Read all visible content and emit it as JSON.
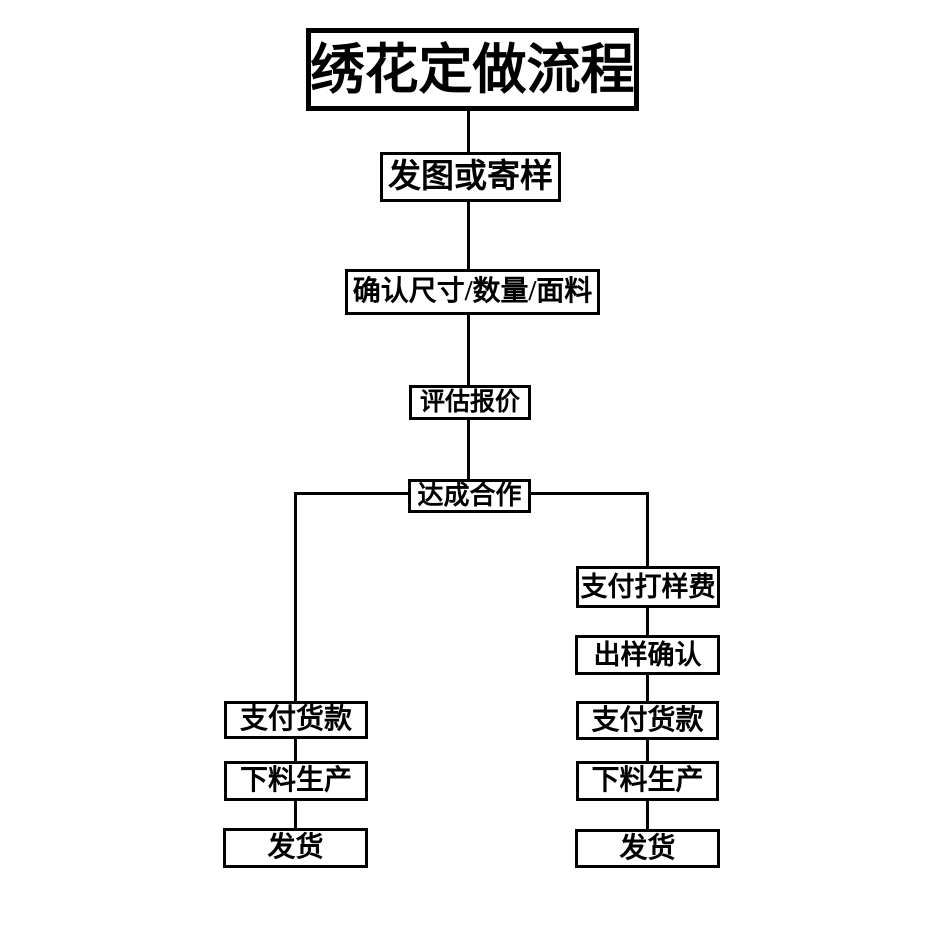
{
  "diagram": {
    "title": "绣花定做流程",
    "nodes": {
      "send_sample": "发图或寄样",
      "confirm_specs": "确认尺寸/数量/面料",
      "quote": "评估报价",
      "deal": "达成合作",
      "pay_sample_fee": "支付打样费",
      "sample_confirm": "出样确认",
      "pay_left": "支付货款",
      "produce_left": "下料生产",
      "ship_left": "发货",
      "pay_right": "支付货款",
      "produce_right": "下料生产",
      "ship_right": "发货"
    },
    "colors": {
      "line": "#000000",
      "background": "#ffffff",
      "text": "#000000"
    }
  }
}
